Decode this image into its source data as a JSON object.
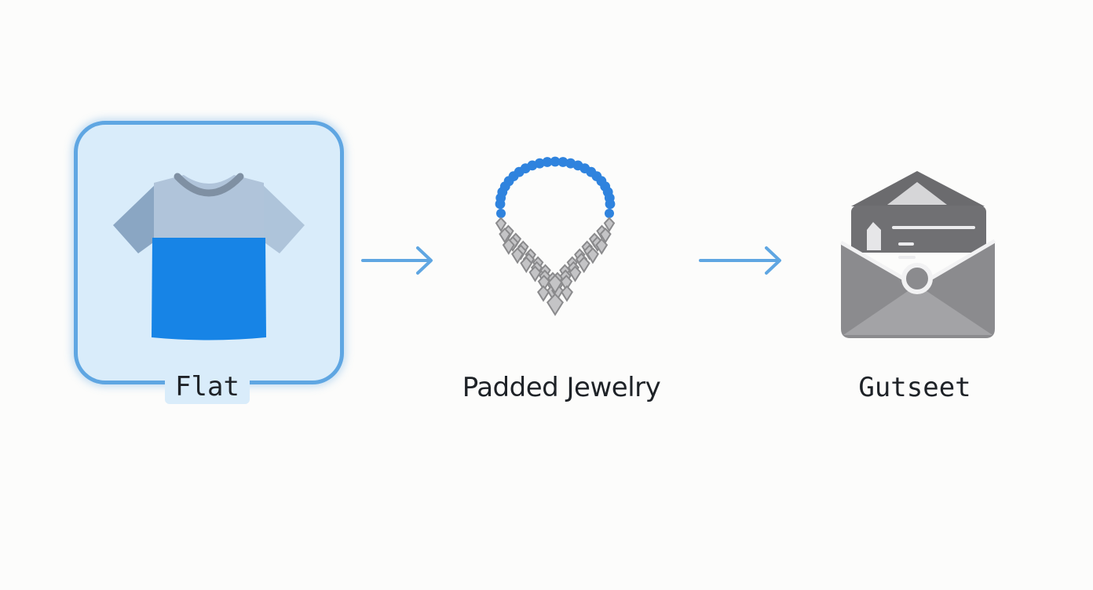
{
  "options": [
    {
      "label": "Flat",
      "icon": "tshirt-icon",
      "selected": true
    },
    {
      "label": "Padded Jewelry",
      "icon": "necklace-icon",
      "selected": false
    },
    {
      "label": "Gutseet",
      "icon": "envelope-icon",
      "selected": false
    }
  ],
  "colors": {
    "accent": "#5fa6e2",
    "selected_fill": "#d9ecfa",
    "shirt_blue": "#1784e6",
    "icon_gray": "#8a8a8c",
    "text": "#1e2227",
    "background": "#fcfcfb"
  }
}
